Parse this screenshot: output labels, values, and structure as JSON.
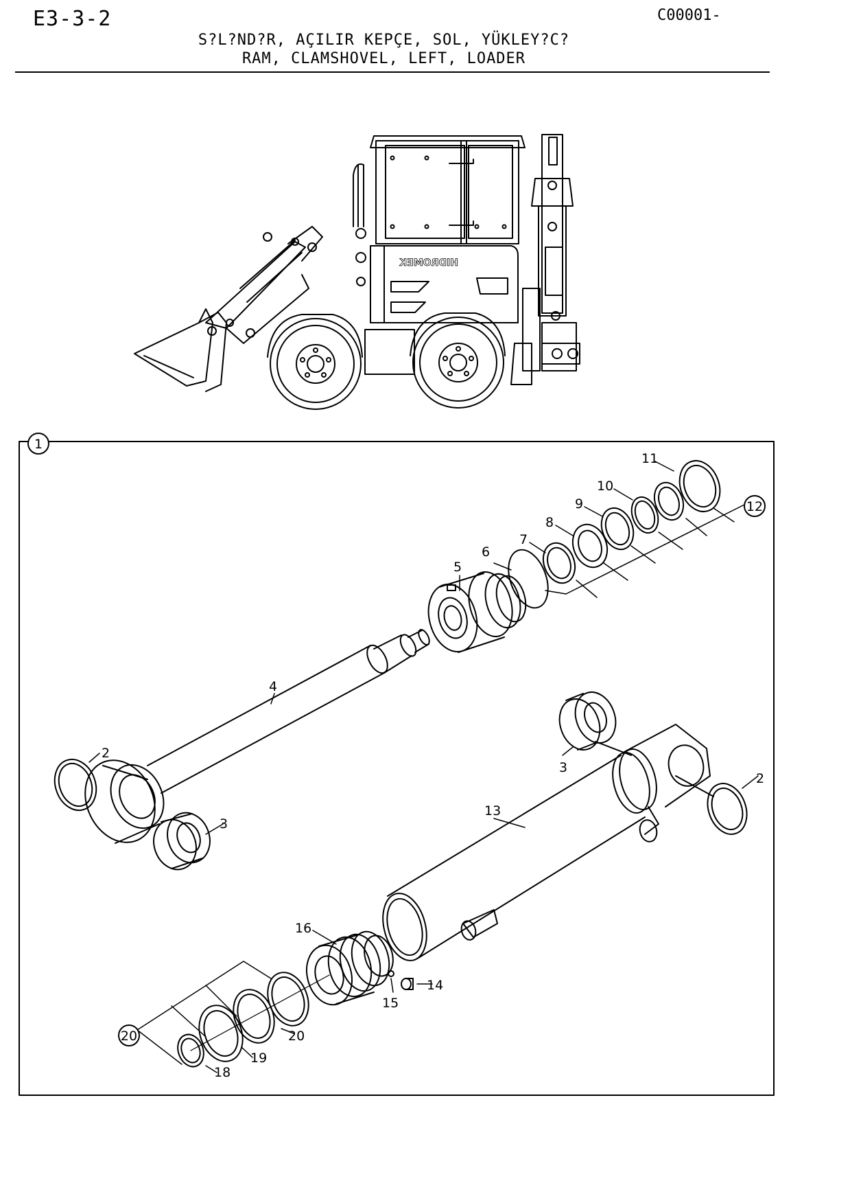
{
  "header": {
    "page_code": "E3-3-2",
    "doc_number": "C00001-",
    "title_tr": "S?L?ND?R, AÇILIR KEPÇE, SOL, YÜKLEY?C?",
    "title_en": "RAM, CLAMSHOVEL,  LEFT, LOADER"
  },
  "machine": {
    "brand_mirrored": "HIDROMEK"
  },
  "assembly": {
    "number": "1"
  },
  "callouts": [
    {
      "id": "c11",
      "text": "11"
    },
    {
      "id": "c10",
      "text": "10"
    },
    {
      "id": "c9",
      "text": "9"
    },
    {
      "id": "c8",
      "text": "8"
    },
    {
      "id": "c7",
      "text": "7"
    },
    {
      "id": "c6",
      "text": "6"
    },
    {
      "id": "c5",
      "text": "5"
    },
    {
      "id": "c4",
      "text": "4"
    },
    {
      "id": "c2a",
      "text": "2"
    },
    {
      "id": "c3a",
      "text": "3"
    },
    {
      "id": "c3b",
      "text": "3"
    },
    {
      "id": "c2b",
      "text": "2"
    },
    {
      "id": "c13",
      "text": "13"
    },
    {
      "id": "c16",
      "text": "16"
    },
    {
      "id": "c14",
      "text": "14"
    },
    {
      "id": "c15",
      "text": "15"
    },
    {
      "id": "c20b",
      "text": "20"
    },
    {
      "id": "c19",
      "text": "19"
    },
    {
      "id": "c18",
      "text": "18"
    }
  ],
  "circled_callouts": [
    {
      "id": "k12",
      "text": "12"
    },
    {
      "id": "k20",
      "text": "20"
    }
  ]
}
